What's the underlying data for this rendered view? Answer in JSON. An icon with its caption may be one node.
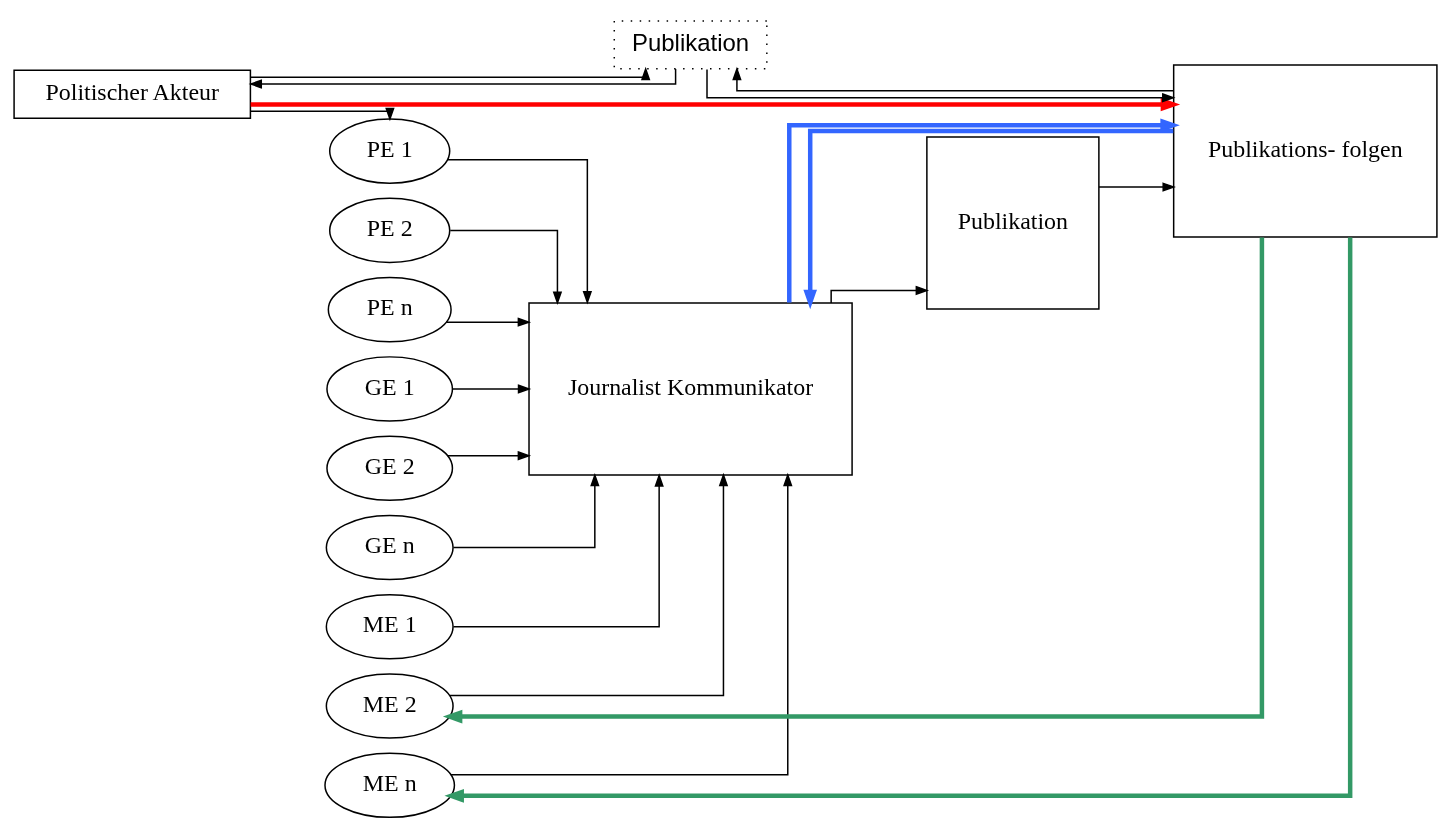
{
  "diagram": {
    "nodes": [
      {
        "text": [
          "Politischer Akteur"
        ]
      },
      {
        "text": [
          "Publikation"
        ]
      },
      {
        "text": [
          "PE 1"
        ]
      },
      {
        "text": [
          "PE 2"
        ]
      },
      {
        "text": [
          "PE n"
        ]
      },
      {
        "text": [
          "GE 1"
        ]
      },
      {
        "text": [
          "GE 2"
        ]
      },
      {
        "text": [
          "GE n"
        ]
      },
      {
        "text": [
          "ME 1"
        ]
      },
      {
        "text": [
          "ME 2"
        ]
      },
      {
        "text": [
          "ME n"
        ]
      },
      {
        "text": [
          "Journalist Kommunikator"
        ]
      },
      {
        "text": [
          "Publikation"
        ]
      },
      {
        "text": [
          "Publikations- folgen"
        ]
      }
    ],
    "edges": [
      {
        "from": 0,
        "to": 13,
        "arrow": "to",
        "style": "thick",
        "color": "#ff0000"
      },
      {
        "from": 0,
        "to": 1,
        "arrow": "to"
      },
      {
        "from": 1,
        "to": 0,
        "arrow": "to"
      },
      {
        "from": 1,
        "to": 13,
        "arrow": "to"
      },
      {
        "from": 13,
        "to": 1,
        "arrow": "to"
      },
      {
        "from": 0,
        "to": 2,
        "arrow": "to"
      },
      {
        "from": 2,
        "to": 11,
        "arrow": "to"
      },
      {
        "from": 3,
        "to": 11,
        "arrow": "to"
      },
      {
        "from": 4,
        "to": 11,
        "arrow": "to"
      },
      {
        "from": 5,
        "to": 11,
        "arrow": "to"
      },
      {
        "from": 6,
        "to": 11,
        "arrow": "to"
      },
      {
        "from": 7,
        "to": 11,
        "arrow": "to"
      },
      {
        "from": 8,
        "to": 11,
        "arrow": "to"
      },
      {
        "from": 9,
        "to": 11,
        "arrow": "to"
      },
      {
        "from": 10,
        "to": 11,
        "arrow": "to"
      },
      {
        "from": 11,
        "to": 12,
        "arrow": "to"
      },
      {
        "from": 12,
        "to": 13,
        "arrow": "to"
      },
      {
        "from": 13,
        "to": 11,
        "arrow": "to",
        "style": "thick",
        "color": "#3366ff"
      },
      {
        "from": 11,
        "to": 13,
        "arrow": "to",
        "style": "thick",
        "color": "#3366ff"
      },
      {
        "from": 13,
        "to": 9,
        "arrow": "to",
        "style": "thick",
        "color": "#339966"
      },
      {
        "from": 13,
        "to": 10,
        "arrow": "to",
        "style": "thick",
        "color": "#339966"
      }
    ]
  }
}
